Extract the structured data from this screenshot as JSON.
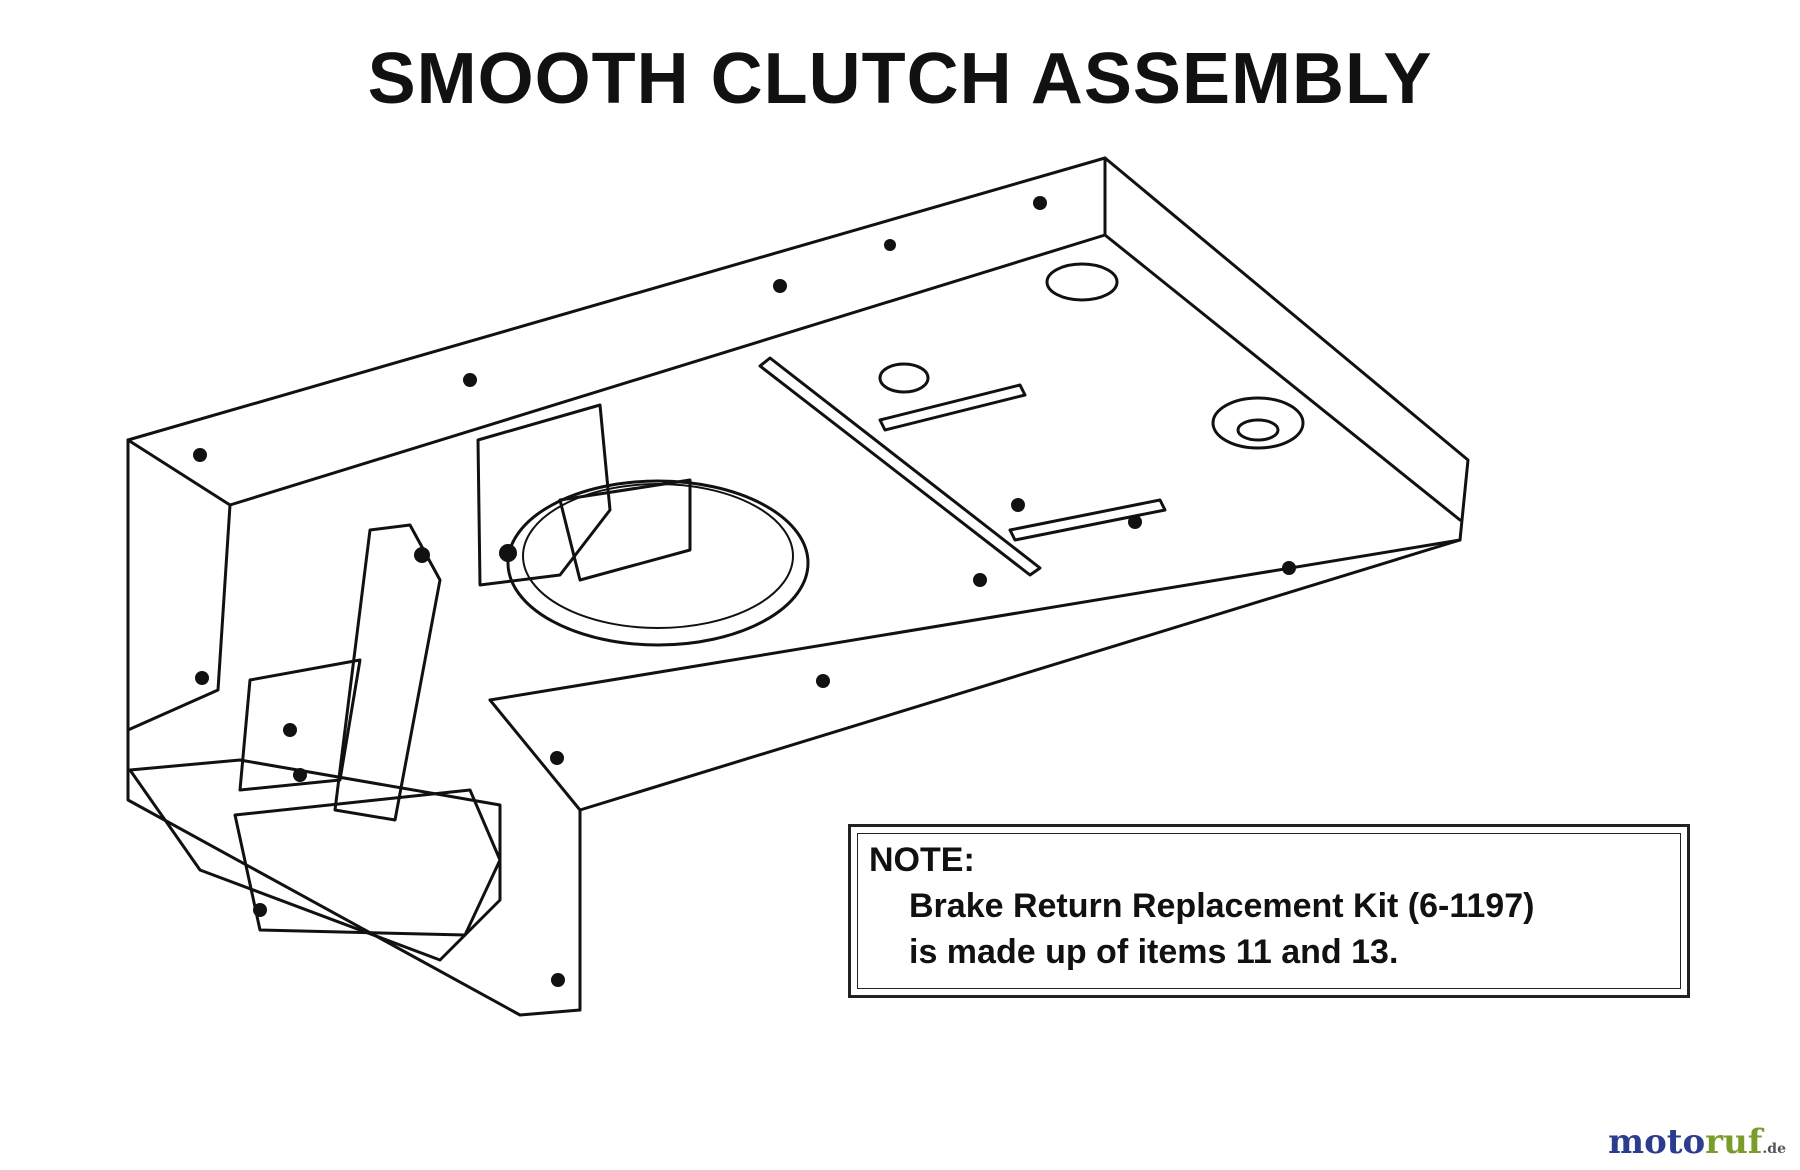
{
  "title": "SMOOTH CLUTCH ASSEMBLY",
  "note": {
    "heading": "NOTE:",
    "line1": "Brake Return Replacement Kit (6-1197)",
    "line2": "is made up of items 11 and 13."
  },
  "watermark": {
    "part1": "moto",
    "part2": "ruf",
    "suffix": ".de"
  },
  "colors": {
    "line": "#111111",
    "background": "#ffffff",
    "watermark_blue": "#2c3d8f",
    "watermark_green": "#7a9c2a"
  }
}
